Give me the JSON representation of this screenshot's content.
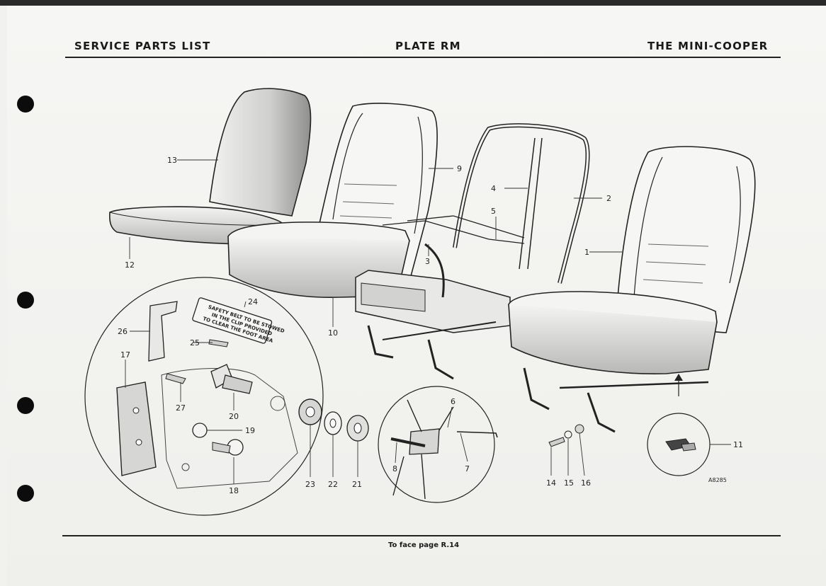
{
  "header": {
    "left": "SERVICE PARTS LIST",
    "center": "PLATE RM",
    "right": "THE MINI-COOPER"
  },
  "footer": {
    "text": "To face page R.14"
  },
  "drawing_ref": "A8285",
  "safety_plate": {
    "line1": "SAFETY BELT TO BE STOWED",
    "line2": "IN THE CLIP PROVIDED",
    "line3": "TO CLEAR THE FOOT AREA"
  },
  "callouts": {
    "c1": "1",
    "c2": "2",
    "c3": "3",
    "c4": "4",
    "c5": "5",
    "c6": "6",
    "c7": "7",
    "c8": "8",
    "c9": "9",
    "c10": "10",
    "c11": "11",
    "c12": "12",
    "c13": "13",
    "c14": "14",
    "c15": "15",
    "c16": "16",
    "c17": "17",
    "c18": "18",
    "c19": "19",
    "c20": "20",
    "c21": "21",
    "c22": "22",
    "c23": "23",
    "c24": "24",
    "c25": "25",
    "c26": "26",
    "c27": "27"
  },
  "colors": {
    "ink": "#222222",
    "paper": "#f3f3f1",
    "shade": "#bdbdbb"
  }
}
